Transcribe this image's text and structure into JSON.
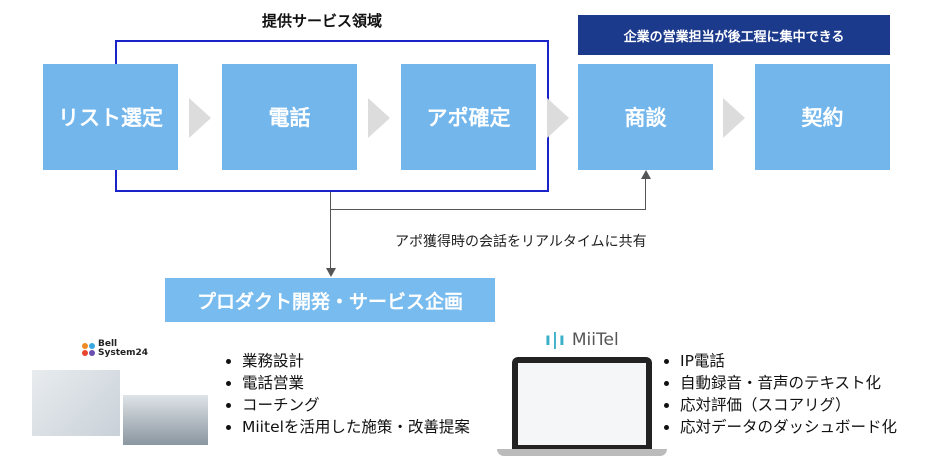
{
  "header": {
    "service_scope_title": "提供サービス領域",
    "navy_banner": "企業の営業担当が後工程に集中できる"
  },
  "steps": [
    {
      "label": "リスト選定"
    },
    {
      "label": "電話"
    },
    {
      "label": "アポ確定"
    },
    {
      "label": "商談"
    },
    {
      "label": "契約"
    }
  ],
  "share_label": "アポ獲得時の会話をリアルタイムに共有",
  "product_label": "プロダクト開発・サービス企画",
  "bellsystem": {
    "logo_text": "Bell System24",
    "items": [
      "業務設計",
      "電話営業",
      "コーチング",
      "Miitelを活用した施策・改善提案"
    ]
  },
  "miitel": {
    "logo_text": "MiiTel",
    "items": [
      "IP電話",
      "自動録音・音声のテキスト化",
      "応対評価（スコアリグ）",
      "応対データのダッシュボード化"
    ]
  },
  "colors": {
    "step": "#72b6ec",
    "outline": "#1a23c8",
    "navy": "#1c3a8c"
  }
}
